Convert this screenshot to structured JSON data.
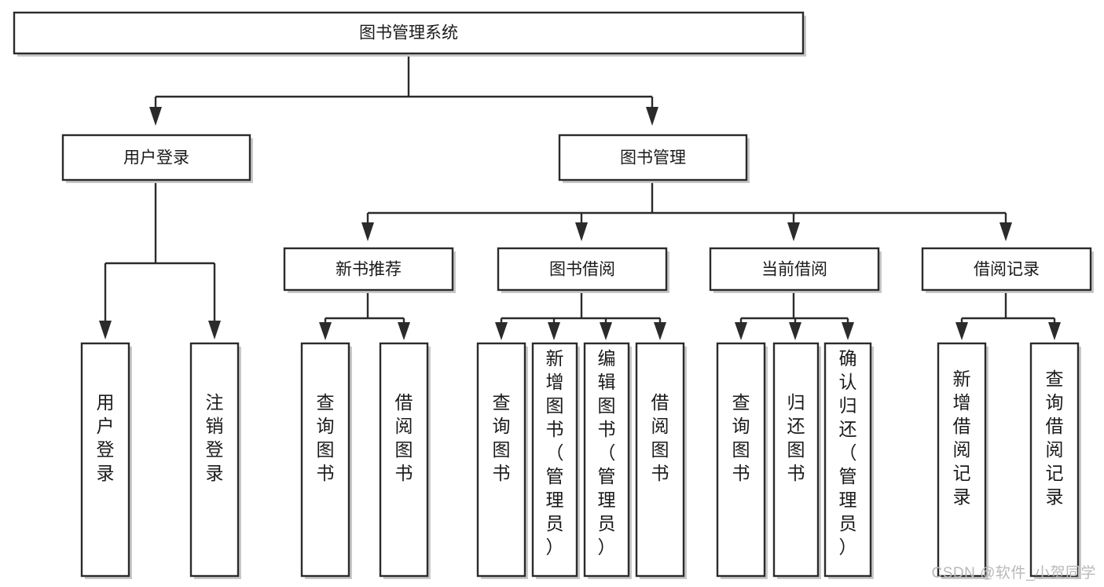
{
  "diagram": {
    "title": "图书管理系统",
    "type": "tree-hierarchy-diagram",
    "watermark": "CSDN @软件_小贺同学",
    "colors": {
      "box_stroke": "#2b2b2b",
      "box_fill": "#ffffff",
      "connector": "#2b2b2b",
      "text": "#1a1a1a",
      "watermark": "#b9b9b9",
      "background": "#ffffff"
    },
    "levels": {
      "root": {
        "label": "图书管理系统"
      },
      "level2": [
        {
          "label": "用户登录"
        },
        {
          "label": "图书管理"
        }
      ],
      "level3": [
        {
          "label": "新书推荐"
        },
        {
          "label": "图书借阅"
        },
        {
          "label": "当前借阅"
        },
        {
          "label": "借阅记录"
        }
      ],
      "leaves": {
        "用户登录": [
          {
            "label": "用户登录"
          },
          {
            "label": "注销登录"
          }
        ],
        "新书推荐": [
          {
            "label": "查询图书"
          },
          {
            "label": "借阅图书"
          }
        ],
        "图书借阅": [
          {
            "label": "查询图书"
          },
          {
            "label": "新增图书（管理员）"
          },
          {
            "label": "编辑图书（管理员）"
          },
          {
            "label": "借阅图书"
          }
        ],
        "当前借阅": [
          {
            "label": "查询图书"
          },
          {
            "label": "归还图书"
          },
          {
            "label": "确认归还（管理员）"
          }
        ],
        "借阅记录": [
          {
            "label": "新增借阅记录"
          },
          {
            "label": "查询借阅记录"
          }
        ]
      }
    }
  }
}
